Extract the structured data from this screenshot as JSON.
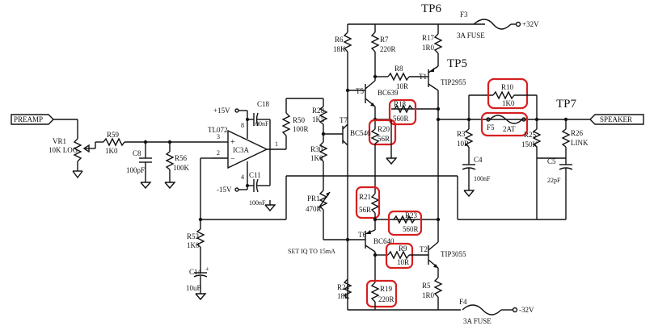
{
  "colors": {
    "wire": "#111111",
    "highlight": "#d62020",
    "background": "#ffffff"
  },
  "test_points": {
    "tp6": "TP6",
    "tp5": "TP5",
    "tp7": "TP7"
  },
  "rails": {
    "pos": "+32V",
    "neg": "-32V",
    "op_pos": "+15V",
    "op_neg": "-15V"
  },
  "connectors": {
    "input": "PREAMP",
    "output": "SPEAKER"
  },
  "note": "SET IQ TO 15mA",
  "opamp": {
    "part": "TL072",
    "unit": "IC3A",
    "pin_in_plus": "3",
    "pin_in_minus": "2",
    "pin_out": "1",
    "pin_vplus": "8",
    "pin_vminus": "4",
    "sign_plus": "+",
    "sign_minus": "−"
  },
  "components": {
    "VR1": {
      "ref": "VR1",
      "value": "10K LOG"
    },
    "R59": {
      "ref": "R59",
      "value": "1K0"
    },
    "C8": {
      "ref": "C8",
      "value": "100pF"
    },
    "R56": {
      "ref": "R56",
      "value": "100K"
    },
    "C18": {
      "ref": "C18",
      "value": "100nF"
    },
    "C11": {
      "ref": "C11",
      "value": "100nF"
    },
    "R50": {
      "ref": "R50",
      "value": "100R"
    },
    "R53": {
      "ref": "R53",
      "value": "1K0"
    },
    "C14": {
      "ref": "C14",
      "value": "10uF"
    },
    "R6": {
      "ref": "R6",
      "value": "18K"
    },
    "R7": {
      "ref": "R7",
      "value": "220R"
    },
    "R17": {
      "ref": "R17",
      "value": "1R0"
    },
    "F3": {
      "ref": "F3",
      "value": "3A FUSE"
    },
    "R8": {
      "ref": "R8",
      "value": "10R"
    },
    "T1": {
      "ref": "T1",
      "value": "TIP2955"
    },
    "T5": {
      "ref": "T5",
      "value": "BC639"
    },
    "R28": {
      "ref": "R28",
      "value": "1K5"
    },
    "T7": {
      "ref": "T7",
      "value": "BC546"
    },
    "R30": {
      "ref": "R30",
      "value": "1K0"
    },
    "PR1": {
      "ref": "PR1",
      "value": "470R"
    },
    "R18": {
      "ref": "R18",
      "value": "560R"
    },
    "R20": {
      "ref": "R20",
      "value": "56R"
    },
    "R21": {
      "ref": "R21",
      "value": "56R"
    },
    "R23": {
      "ref": "R23",
      "value": "560R"
    },
    "T6": {
      "ref": "T6",
      "value": "BC640"
    },
    "R9": {
      "ref": "R9",
      "value": "10R"
    },
    "T2": {
      "ref": "T2",
      "value": "TIP3055"
    },
    "R5": {
      "ref": "R5",
      "value": "1R0"
    },
    "R19": {
      "ref": "R19",
      "value": "220R"
    },
    "R24": {
      "ref": "R24",
      "value": "18K"
    },
    "F4": {
      "ref": "F4",
      "value": "3A FUSE"
    },
    "R10": {
      "ref": "R10",
      "value": "1K0"
    },
    "F5": {
      "ref": "F5",
      "value": "2AT"
    },
    "R3": {
      "ref": "R3",
      "value": "10R"
    },
    "C4": {
      "ref": "C4",
      "value": "100nF"
    },
    "R25": {
      "ref": "R25",
      "value": "150K"
    },
    "C5": {
      "ref": "C5",
      "value": "22pF"
    },
    "R26": {
      "ref": "R26",
      "value": "LINK"
    }
  }
}
